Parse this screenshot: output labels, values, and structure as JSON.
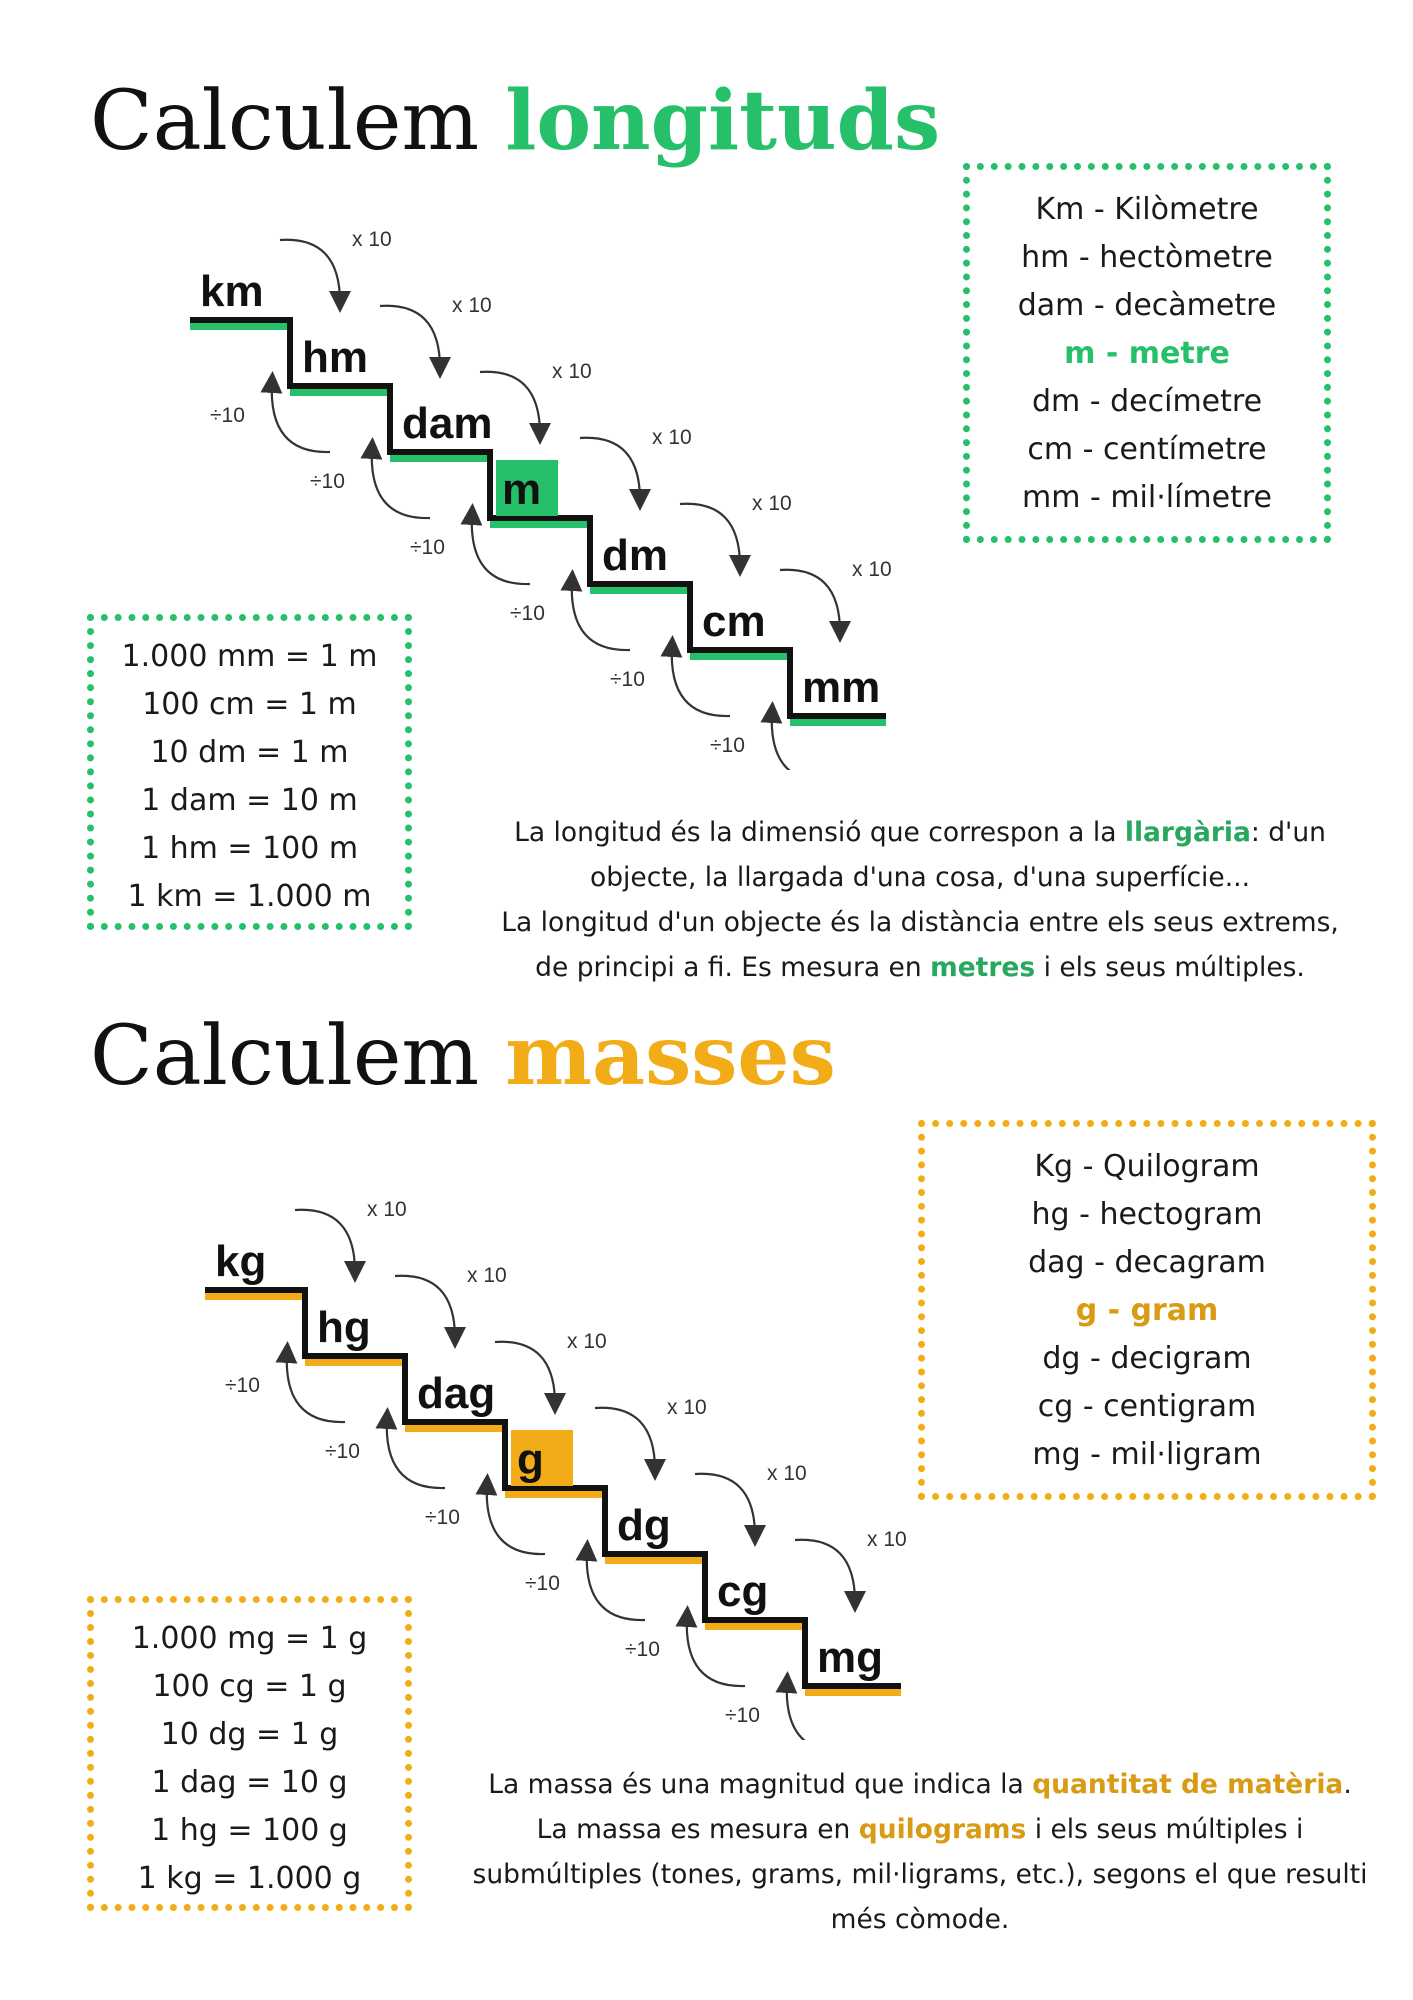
{
  "length": {
    "title_prefix": "Calculem",
    "title_highlight": "longituds",
    "accent_color": "#27c06a",
    "stair_units": [
      "km",
      "hm",
      "dam",
      "m",
      "dm",
      "cm",
      "mm"
    ],
    "multiply_label": "x 10",
    "divide_label": "÷10",
    "names": [
      "Km - Kilòmetre",
      "hm - hectòmetre",
      "dam - decàmetre",
      "m - metre",
      "dm - decímetre",
      "cm - centímetre",
      "mm - mil·límetre"
    ],
    "equivalences": [
      "1.000 mm = 1 m",
      "100 cm = 1 m",
      "10 dm = 1 m",
      "1 dam = 10 m",
      "1 hm = 100 m",
      "1 km = 1.000 m"
    ],
    "paragraph": {
      "line1_before": "La longitud és la dimensió que correspon a la ",
      "line1_keyword": "llargària",
      "line1_after": ": d'un",
      "line2": "objecte, la llargada d'una cosa, d'una superfície...",
      "line3": "La longitud d'un objecte és la distància entre els seus extrems,",
      "line4_before": "de principi a fi. Es mesura en ",
      "line4_keyword": "metres",
      "line4_after": " i els seus múltiples."
    }
  },
  "mass": {
    "title_prefix": "Calculem",
    "title_highlight": "masses",
    "accent_color": "#f2ac18",
    "stair_units": [
      "kg",
      "hg",
      "dag",
      "g",
      "dg",
      "cg",
      "mg"
    ],
    "multiply_label": "x 10",
    "divide_label": "÷10",
    "names": [
      "Kg - Quilogram",
      "hg - hectogram",
      "dag - decagram",
      "g - gram",
      "dg - decigram",
      "cg - centigram",
      "mg - mil·ligram"
    ],
    "equivalences": [
      "1.000 mg = 1 g",
      "100 cg = 1 g",
      "10 dg = 1 g",
      "1 dag = 10 g",
      "1 hg = 100 g",
      "1 kg = 1.000 g"
    ],
    "paragraph": {
      "line1_before": "La massa és una magnitud que indica la ",
      "line1_keyword": "quantitat de matèria",
      "line1_after": ".",
      "line2_before": "La massa es mesura en ",
      "line2_keyword": "quilograms",
      "line2_after": " i els seus múltiples i",
      "line3": "submúltiples (tones, grams, mil·ligrams, etc.), segons el que resulti",
      "line4": "més còmode."
    }
  }
}
